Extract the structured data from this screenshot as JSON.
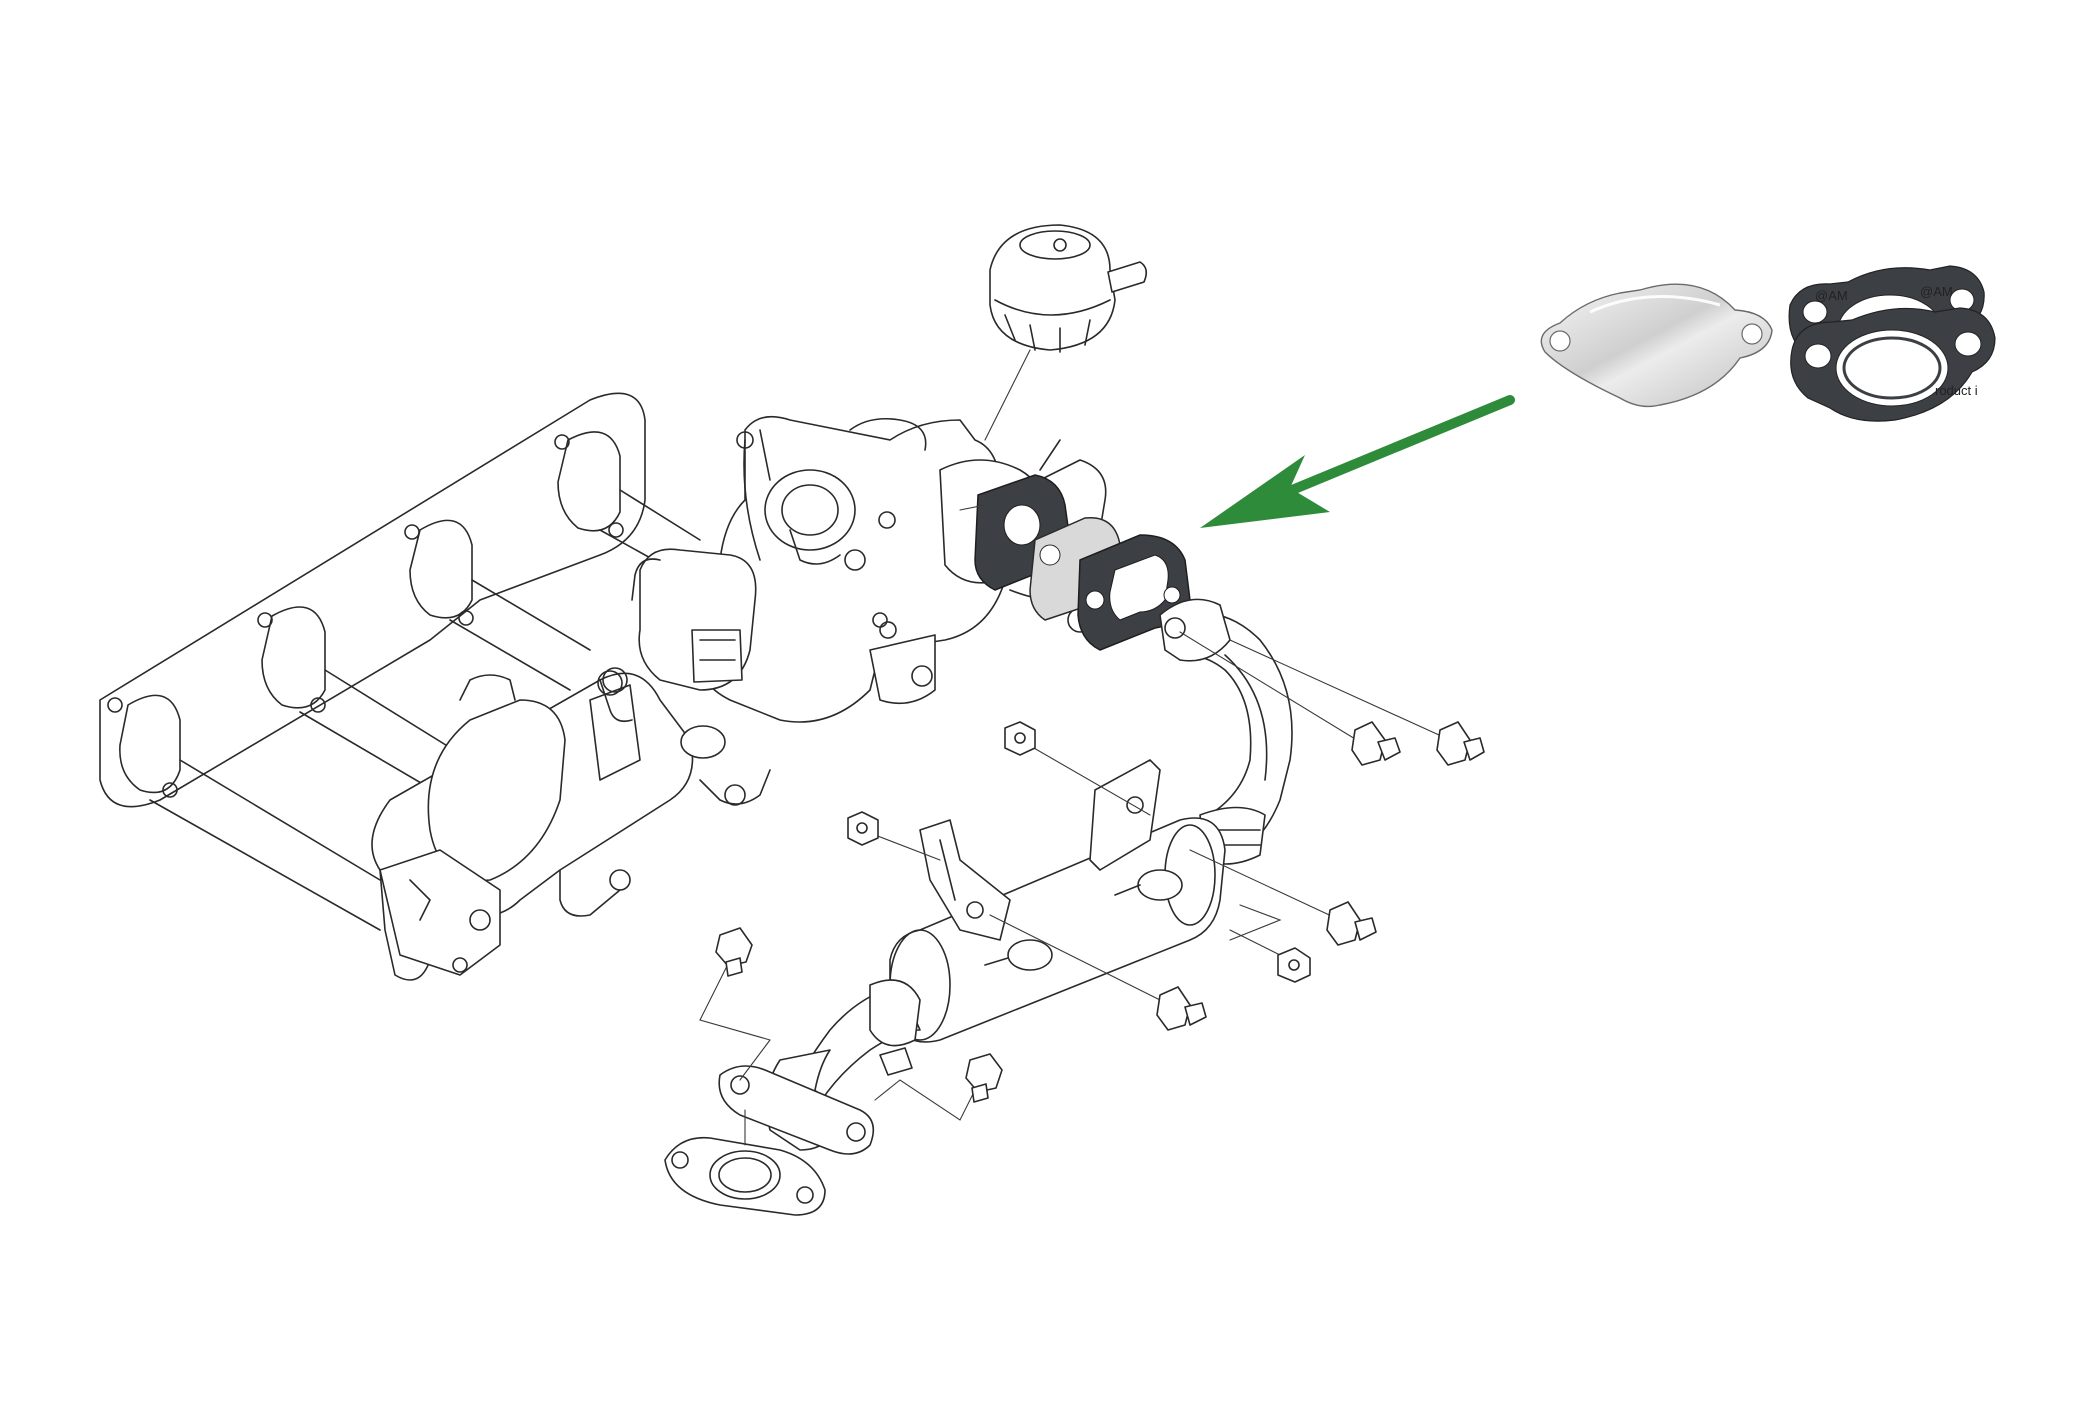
{
  "diagram": {
    "highlight_color": "#2e8b3a",
    "gasket_color": "#3c3f44",
    "blanking_plate_color": "#d9d9d9",
    "gasket_print_1": "@AM",
    "gasket_print_2": "@AM",
    "gasket_print_3": "roduct i"
  }
}
